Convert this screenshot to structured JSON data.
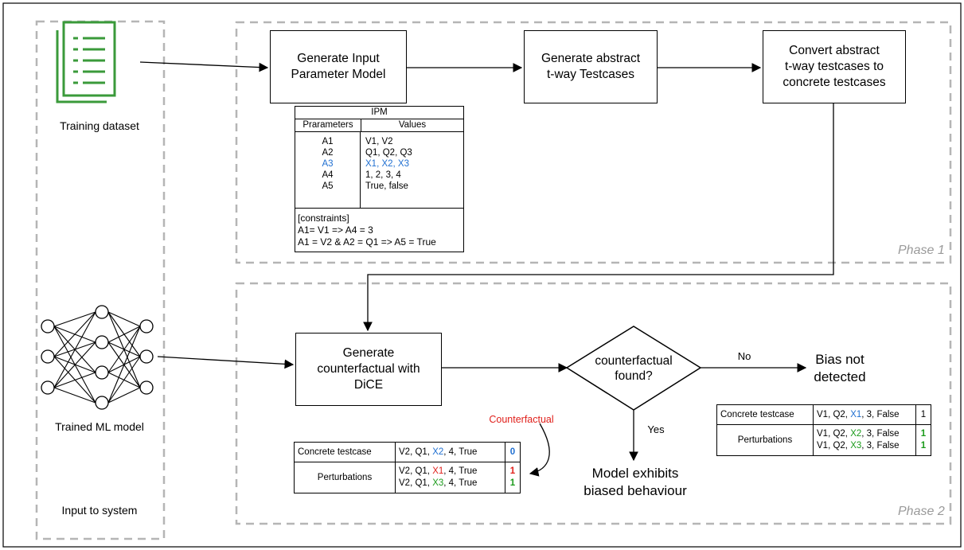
{
  "phase1": {
    "label": "Phase 1",
    "input_icon_label": "Training dataset",
    "box_ipm": [
      "Generate Input",
      "Parameter Model"
    ],
    "box_abstract": [
      "Generate abstract",
      "t-way Testcases"
    ],
    "box_convert": [
      "Convert abstract",
      "t-way testcases to",
      "concrete testcases"
    ]
  },
  "ipm": {
    "title": "IPM",
    "col_params": "Prarameters",
    "col_values": "Values",
    "rows": [
      {
        "param": "A1",
        "values": "V1, V2"
      },
      {
        "param": "A2",
        "values": "Q1, Q2, Q3"
      },
      {
        "param": "A3",
        "values": "X1, X2, X3"
      },
      {
        "param": "A4",
        "values": "1, 2, 3, 4"
      },
      {
        "param": "A5",
        "values": "True, false"
      }
    ],
    "highlight_row": 2,
    "constraints_title": "[constraints]",
    "constraints": [
      "A1= V1 => A4 = 3",
      "A1 = V2 & A2 = Q1 => A5 = True"
    ]
  },
  "phase2": {
    "label": "Phase 2",
    "model_label": "Trained ML model",
    "box_dice": [
      "Generate",
      "counterfactual with",
      "DiCE"
    ],
    "decision": [
      "counterfactual",
      "found?"
    ],
    "no_label": "No",
    "yes_label": "Yes",
    "bias_not_detected": [
      "Bias not",
      "detected"
    ],
    "biased": [
      "Model exhibits",
      "biased behaviour"
    ],
    "counterfactual_label": "Counterfactual"
  },
  "input_label": "Input to system",
  "table_left": {
    "concrete_label": "Concrete testcase",
    "concrete": {
      "pre": "V2, Q1, ",
      "hl": "X2",
      "post": ", 4, True",
      "flag": "0"
    },
    "perturb_label": "Perturbations",
    "perturbations": [
      {
        "pre": "V2, Q1, ",
        "hl": "X1",
        "post": ", 4, True",
        "flag": "1"
      },
      {
        "pre": "V2, Q1, ",
        "hl": "X3",
        "post": ", 4, True",
        "flag": "1"
      }
    ]
  },
  "table_right": {
    "concrete_label": "Concrete testcase",
    "concrete": {
      "pre": "V1, Q2, ",
      "hl": "X1",
      "post": ", 3, False",
      "flag": "1"
    },
    "perturb_label": "Perturbations",
    "perturbations": [
      {
        "pre": "V1, Q2, ",
        "hl": "X2",
        "post": ", 3, False",
        "flag": "1"
      },
      {
        "pre": "V1, Q2, ",
        "hl": "X3",
        "post": ", 3, False",
        "flag": "1"
      }
    ]
  },
  "colors": {
    "blue": "#1f6fd1",
    "red": "#e0201b",
    "green": "#1b9b1b",
    "dataset_icon": "#3a9a3a",
    "dashed": "#b5b5b5"
  }
}
